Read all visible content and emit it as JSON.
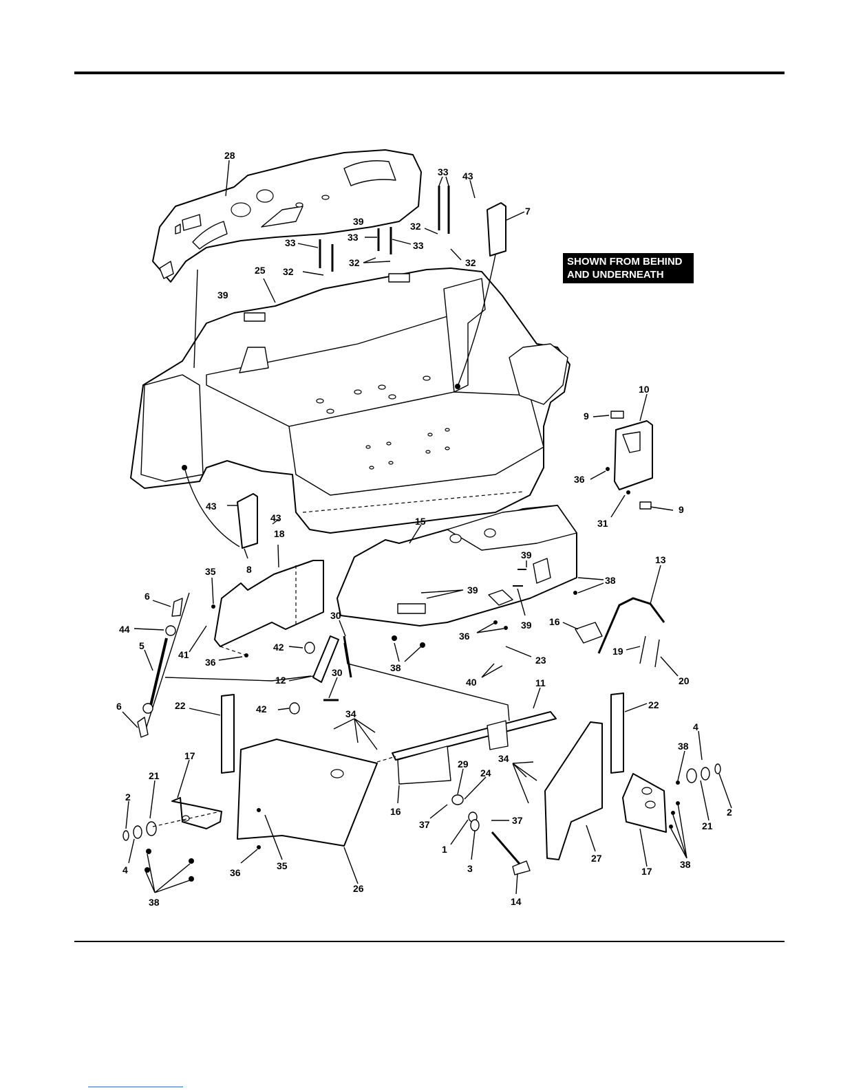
{
  "note": {
    "line1": "SHOWN FROM BEHIND",
    "line2": "AND UNDERNEATH"
  },
  "callouts": {
    "c28": "28",
    "c33a": "33",
    "c43a": "43",
    "c39a": "39",
    "c7": "7",
    "c32a": "32",
    "c33b": "33",
    "c33c": "33",
    "c33d": "33",
    "c32b": "32",
    "c32c": "32",
    "c32d": "32",
    "c25": "25",
    "c39b": "39",
    "c10": "10",
    "c9a": "9",
    "c36a": "36",
    "c31": "31",
    "c9b": "9",
    "c43b": "43",
    "c43c": "43",
    "c8": "8",
    "c18": "18",
    "c15": "15",
    "c39c": "39",
    "c39d": "39",
    "c39e": "39",
    "c38a": "38",
    "c13": "13",
    "c35a": "35",
    "c6a": "6",
    "c44": "44",
    "c5": "5",
    "c41": "41",
    "c36b": "36",
    "c30a": "30",
    "c42a": "42",
    "c12": "12",
    "c36c": "36",
    "c23": "23",
    "c38b": "38",
    "c40": "40",
    "c16a": "16",
    "c19": "19",
    "c20": "20",
    "c30b": "30",
    "c6b": "6",
    "c42b": "42",
    "c22a": "22",
    "c34a": "34",
    "c11": "11",
    "c22b": "22",
    "c4a": "4",
    "c17a": "17",
    "c21a": "21",
    "c2a": "2",
    "c4b": "4",
    "c38c": "38",
    "c36d": "36",
    "c35b": "35",
    "c26": "26",
    "c16b": "16",
    "c29": "29",
    "c24": "24",
    "c37a": "37",
    "c1": "1",
    "c3": "3",
    "c37b": "37",
    "c14": "14",
    "c34b": "34",
    "c27": "27",
    "c17b": "17",
    "c38d": "38",
    "c21b": "21",
    "c2b": "2",
    "c38e": "38"
  }
}
